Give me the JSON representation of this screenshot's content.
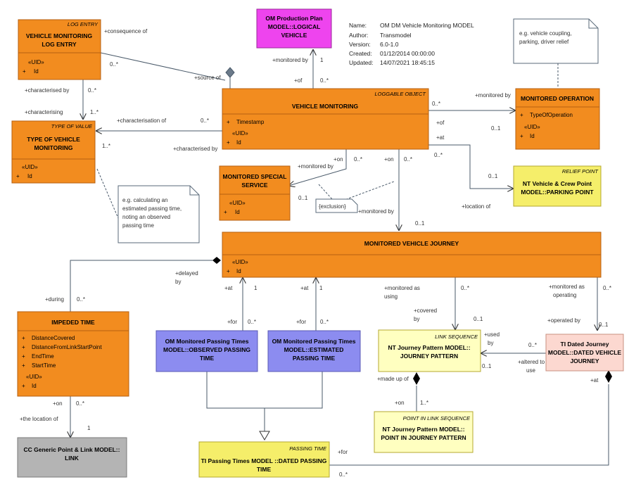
{
  "diagram": {
    "meta": {
      "name_label": "Name:",
      "name_value": "OM DM Vehicle Monitoring MODEL",
      "author_label": "Author:",
      "author_value": "Transmodel",
      "version_label": "Version:",
      "version_value": "6.0-1.0",
      "created_label": "Created:",
      "created_value": "01/12/2014 00:00:00",
      "updated_label": "Updated:",
      "updated_value": "14/07/2021 18:45:15"
    },
    "boxes": {
      "log_entry": {
        "stereotype": "LOG ENTRY",
        "title1": "VEHICLE MONITORING",
        "title2": "LOG ENTRY",
        "uid": "«UID»",
        "attr1": "Id"
      },
      "om_plan": {
        "title1": "OM Production Plan",
        "title2": "MODEL::LOGICAL",
        "title3": "VEHICLE"
      },
      "type_of_value": {
        "stereotype": "TYPE OF VALUE",
        "title1": "TYPE OF VEHICLE",
        "title2": "MONITORING",
        "uid": "«UID»",
        "attr1": "Id"
      },
      "vehicle_monitoring": {
        "stereotype": "LOGGABLE OBJECT",
        "title1": "VEHICLE MONITORING",
        "attr1": "Timestamp",
        "uid": "«UID»",
        "attr2": "Id"
      },
      "monitored_operation": {
        "title1": "MONITORED OPERATION",
        "attr1": "TypeOfOperation",
        "uid": "«UID»",
        "attr2": "Id"
      },
      "relief_point": {
        "stereotype": "RELIEF POINT",
        "title1": "NT Vehicle & Crew Point",
        "title2": "MODEL::PARKING POINT"
      },
      "special_service": {
        "title1": "MONITORED SPECIAL",
        "title2": "SERVICE",
        "uid": "«UID»",
        "attr1": "Id"
      },
      "journey": {
        "title1": "MONITORED VEHICLE JOURNEY",
        "uid": "«UID»",
        "attr1": "Id"
      },
      "impeded_time": {
        "title1": "IMPEDED TIME",
        "attr1": "DistanceCovered",
        "attr2": "DistanceFromLinkStartPoint",
        "attr3": "EndTime",
        "attr4": "StartTime",
        "uid": "«UID»",
        "attr5": "Id"
      },
      "observed": {
        "title1": "OM Monitored Passing Times",
        "title2": "MODEL::OBSERVED PASSING",
        "title3": "TIME"
      },
      "estimated": {
        "title1": "OM Monitored Passing Times",
        "title2": "MODEL::ESTIMATED",
        "title3": "PASSING TIME"
      },
      "link_sequence": {
        "stereotype": "LINK SEQUENCE",
        "title1": "NT Journey Pattern MODEL::",
        "title2": "JOURNEY PATTERN"
      },
      "dated_journey": {
        "title1": "TI Dated Journey",
        "title2": "MODEL::DATED VEHICLE",
        "title3": "JOURNEY"
      },
      "point_in_link": {
        "stereotype": "POINT IN LINK SEQUENCE",
        "title1": "NT Journey Pattern MODEL::",
        "title2": "POINT IN JOURNEY PATTERN"
      },
      "generic_point": {
        "title1": "CC Generic Point & Link MODEL::",
        "title2": "LINK"
      },
      "passing_time": {
        "stereotype": "PASSING TIME",
        "title1": "TI Passing Times MODEL ::DATED PASSING",
        "title2": "TIME"
      }
    },
    "notes": {
      "note_top_right": [
        "e.g. vehicle coupling,",
        "parking, driver relief"
      ],
      "note_left": [
        "e.g. calculating an",
        "estimated passing time,",
        "noting an observed",
        "passing time"
      ],
      "exclusion": "{exclusion}"
    },
    "labels": {
      "consequence_of": "+consequence of",
      "source_of": "+source of",
      "m_0n_a": "0..*",
      "monitored_by_1": "+monitored by",
      "m_1_a": "1",
      "of_1": "+of",
      "m_0n_b": "0..*",
      "characterised_by_1": "+characterised by",
      "m_0n_c": "0..*",
      "characterising": "+characterising",
      "m_1n_a": "1..*",
      "characterisation_of": "+characterisation of",
      "m_0n_d": "0..*",
      "m_1n_b": "1..*",
      "characterised_by_2": "+characterised by",
      "monitored_by_2": "+monitored by",
      "m_0n_e": "0..*",
      "of_2": "+of",
      "m_01_a": "0..1",
      "at_1": "+at",
      "m_0n_f": "0..*",
      "m_01_b": "0..1",
      "location_of": "+location of",
      "on_1": "+on",
      "m_0n_g": "0..*",
      "monitored_by_3": "+monitored by",
      "m_01_c": "0..1",
      "on_2": "+on",
      "m_0n_h": "0..*",
      "monitored_by_4": "+monitored by",
      "m_01_d": "0..1",
      "delayed_by_1": "+delayed",
      "delayed_by_2": "by",
      "during": "+during",
      "m_0n_i": "0..*",
      "at_2": "+at",
      "m_1_b": "1",
      "at_3": "+at",
      "m_1_c": "1",
      "for_1": "+for",
      "m_0n_j": "0..*",
      "for_2": "+for",
      "m_0n_k": "0..*",
      "monitored_as_using_1": "+monitored as",
      "monitored_as_using_2": "using",
      "m_0n_l": "0..*",
      "covered_by_1": "+covered",
      "covered_by_2": "by",
      "m_01_e": "0..1",
      "monitored_as_operating_1": "+monitored as",
      "monitored_as_operating_2": "operating",
      "m_0n_m": "0..*",
      "operated_by": "+operated by",
      "m_01_f": "0..1",
      "used_by_1": "+used",
      "used_by_2": "by",
      "m_0n_n": "0..*",
      "m_01_g": "0..1",
      "altered_to_use_1": "+altered to",
      "altered_to_use_2": "use",
      "at_4": "+at",
      "made_up_of": "+made up of",
      "on_3": "+on",
      "m_1n_c": "1..*",
      "on_4": "+on",
      "m_0n_o": "0..*",
      "the_location_of": "+the location of",
      "m_1_d": "1",
      "for_3": "+for",
      "m_0n_p": "0..*"
    },
    "colors": {
      "orange": "#F28C1F",
      "orange_border": "#B55F10",
      "magenta": "#EE44EE",
      "yellow": "#F5EE6A",
      "light_yellow": "#FFFFC0",
      "blue": "#8C8CF0",
      "pink": "#FCD8D0",
      "gray": "#B4B4B4"
    }
  }
}
